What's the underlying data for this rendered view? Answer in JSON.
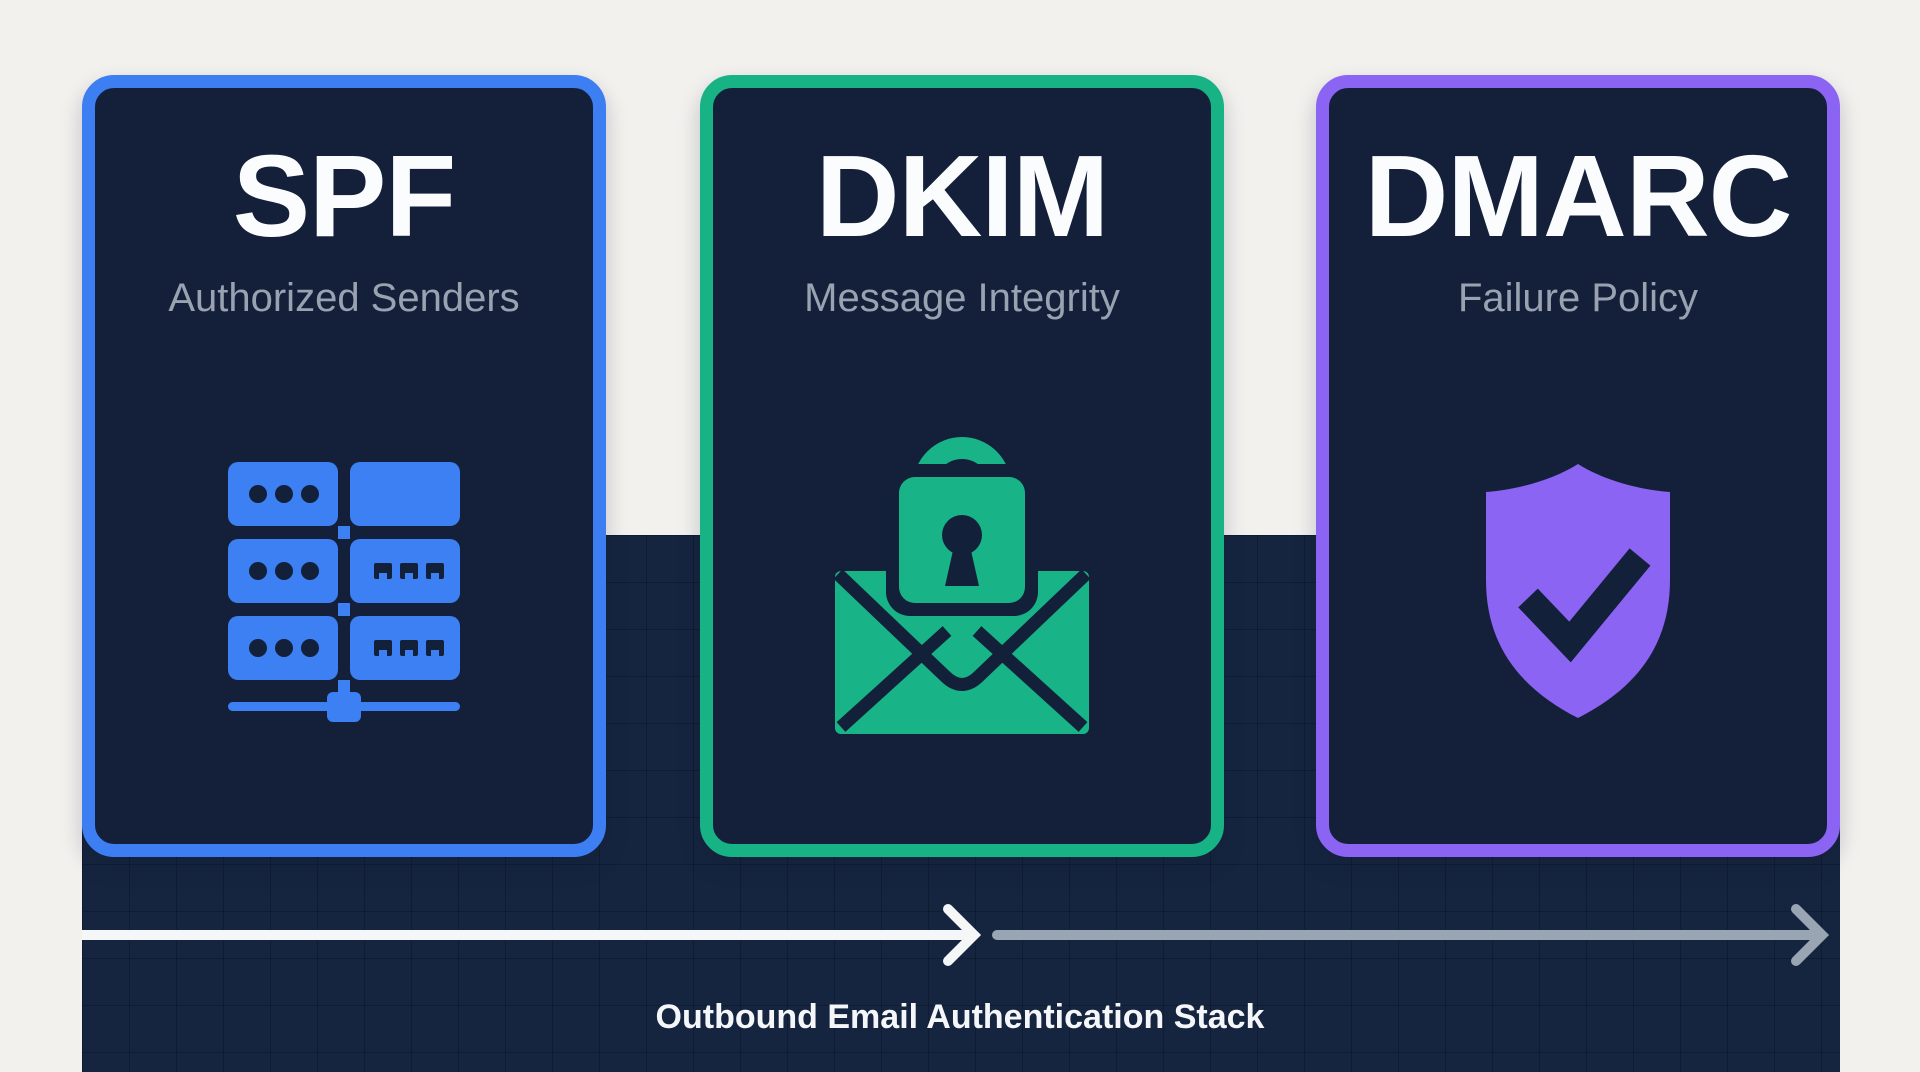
{
  "canvas": {
    "background_color": "#f2f1ee",
    "panel_color": "#16253f"
  },
  "cards": [
    {
      "title": "SPF",
      "subtitle": "Authorized Senders",
      "accent": "#3d7ef2",
      "icon": "server-icon"
    },
    {
      "title": "DKIM",
      "subtitle": "Message Integrity",
      "accent": "#17b385",
      "icon": "lock-envelope-icon"
    },
    {
      "title": "DMARC",
      "subtitle": "Failure Policy",
      "accent": "#8b64f3",
      "icon": "shield-check-icon"
    }
  ],
  "flow": {
    "label": "Outbound Email Authentication Stack",
    "solid_arrow_color": "#f5f6f8",
    "muted_arrow_color": "#9aa5b3"
  }
}
